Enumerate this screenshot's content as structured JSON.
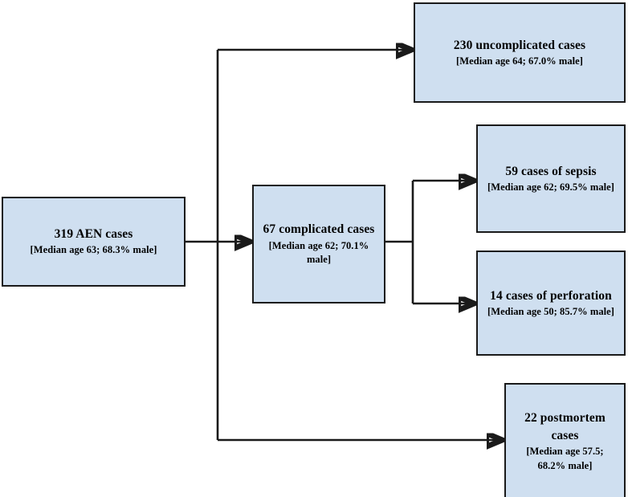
{
  "diagram": {
    "type": "flowchart",
    "orientation": "left-to-right",
    "background_color": "#ffffff",
    "node_fill_color": "#cfdff0",
    "node_border_color": "#1a1a1a",
    "connector_color": "#1a1a1a",
    "nodes": [
      {
        "id": "root",
        "title": "319 AEN cases",
        "sub": "[Median age 63; 68.3% male]",
        "count": 319,
        "median_age": 63,
        "percent_male": "68.3%"
      },
      {
        "id": "uncomplicated",
        "title": "230 uncomplicated cases",
        "sub": "[Median age 64; 67.0% male]",
        "count": 230,
        "median_age": 64,
        "percent_male": "67.0%"
      },
      {
        "id": "complicated",
        "title": "67 complicated cases",
        "sub": "[Median age 62; 70.1% male]",
        "count": 67,
        "median_age": 62,
        "percent_male": "70.1%"
      },
      {
        "id": "sepsis",
        "title": "59 cases of sepsis",
        "sub": "[Median age 62; 69.5% male]",
        "count": 59,
        "median_age": 62,
        "percent_male": "69.5%"
      },
      {
        "id": "perforation",
        "title": "14 cases of perforation",
        "sub": "[Median age 50; 85.7% male]",
        "count": 14,
        "median_age": 50,
        "percent_male": "85.7%"
      },
      {
        "id": "postmortem",
        "title": "22 postmortem cases",
        "sub": "[Median age 57.5; 68.2% male]",
        "count": 22,
        "median_age": 57.5,
        "percent_male": "68.2%"
      }
    ],
    "edges": [
      {
        "from": "root",
        "to": "uncomplicated"
      },
      {
        "from": "root",
        "to": "complicated"
      },
      {
        "from": "root",
        "to": "postmortem"
      },
      {
        "from": "complicated",
        "to": "sepsis"
      },
      {
        "from": "complicated",
        "to": "perforation"
      }
    ]
  }
}
